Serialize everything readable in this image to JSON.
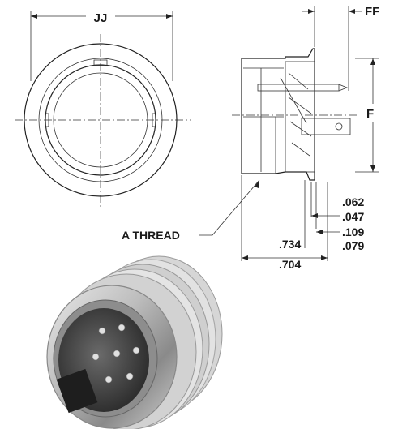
{
  "labels": {
    "jj": "JJ",
    "ff": "FF",
    "f": "F",
    "a_thread": "A THREAD",
    "d062": ".062",
    "d047": ".047",
    "d109": ".109",
    "d079": ".079",
    "d734": ".734",
    "d704": ".704"
  }
}
